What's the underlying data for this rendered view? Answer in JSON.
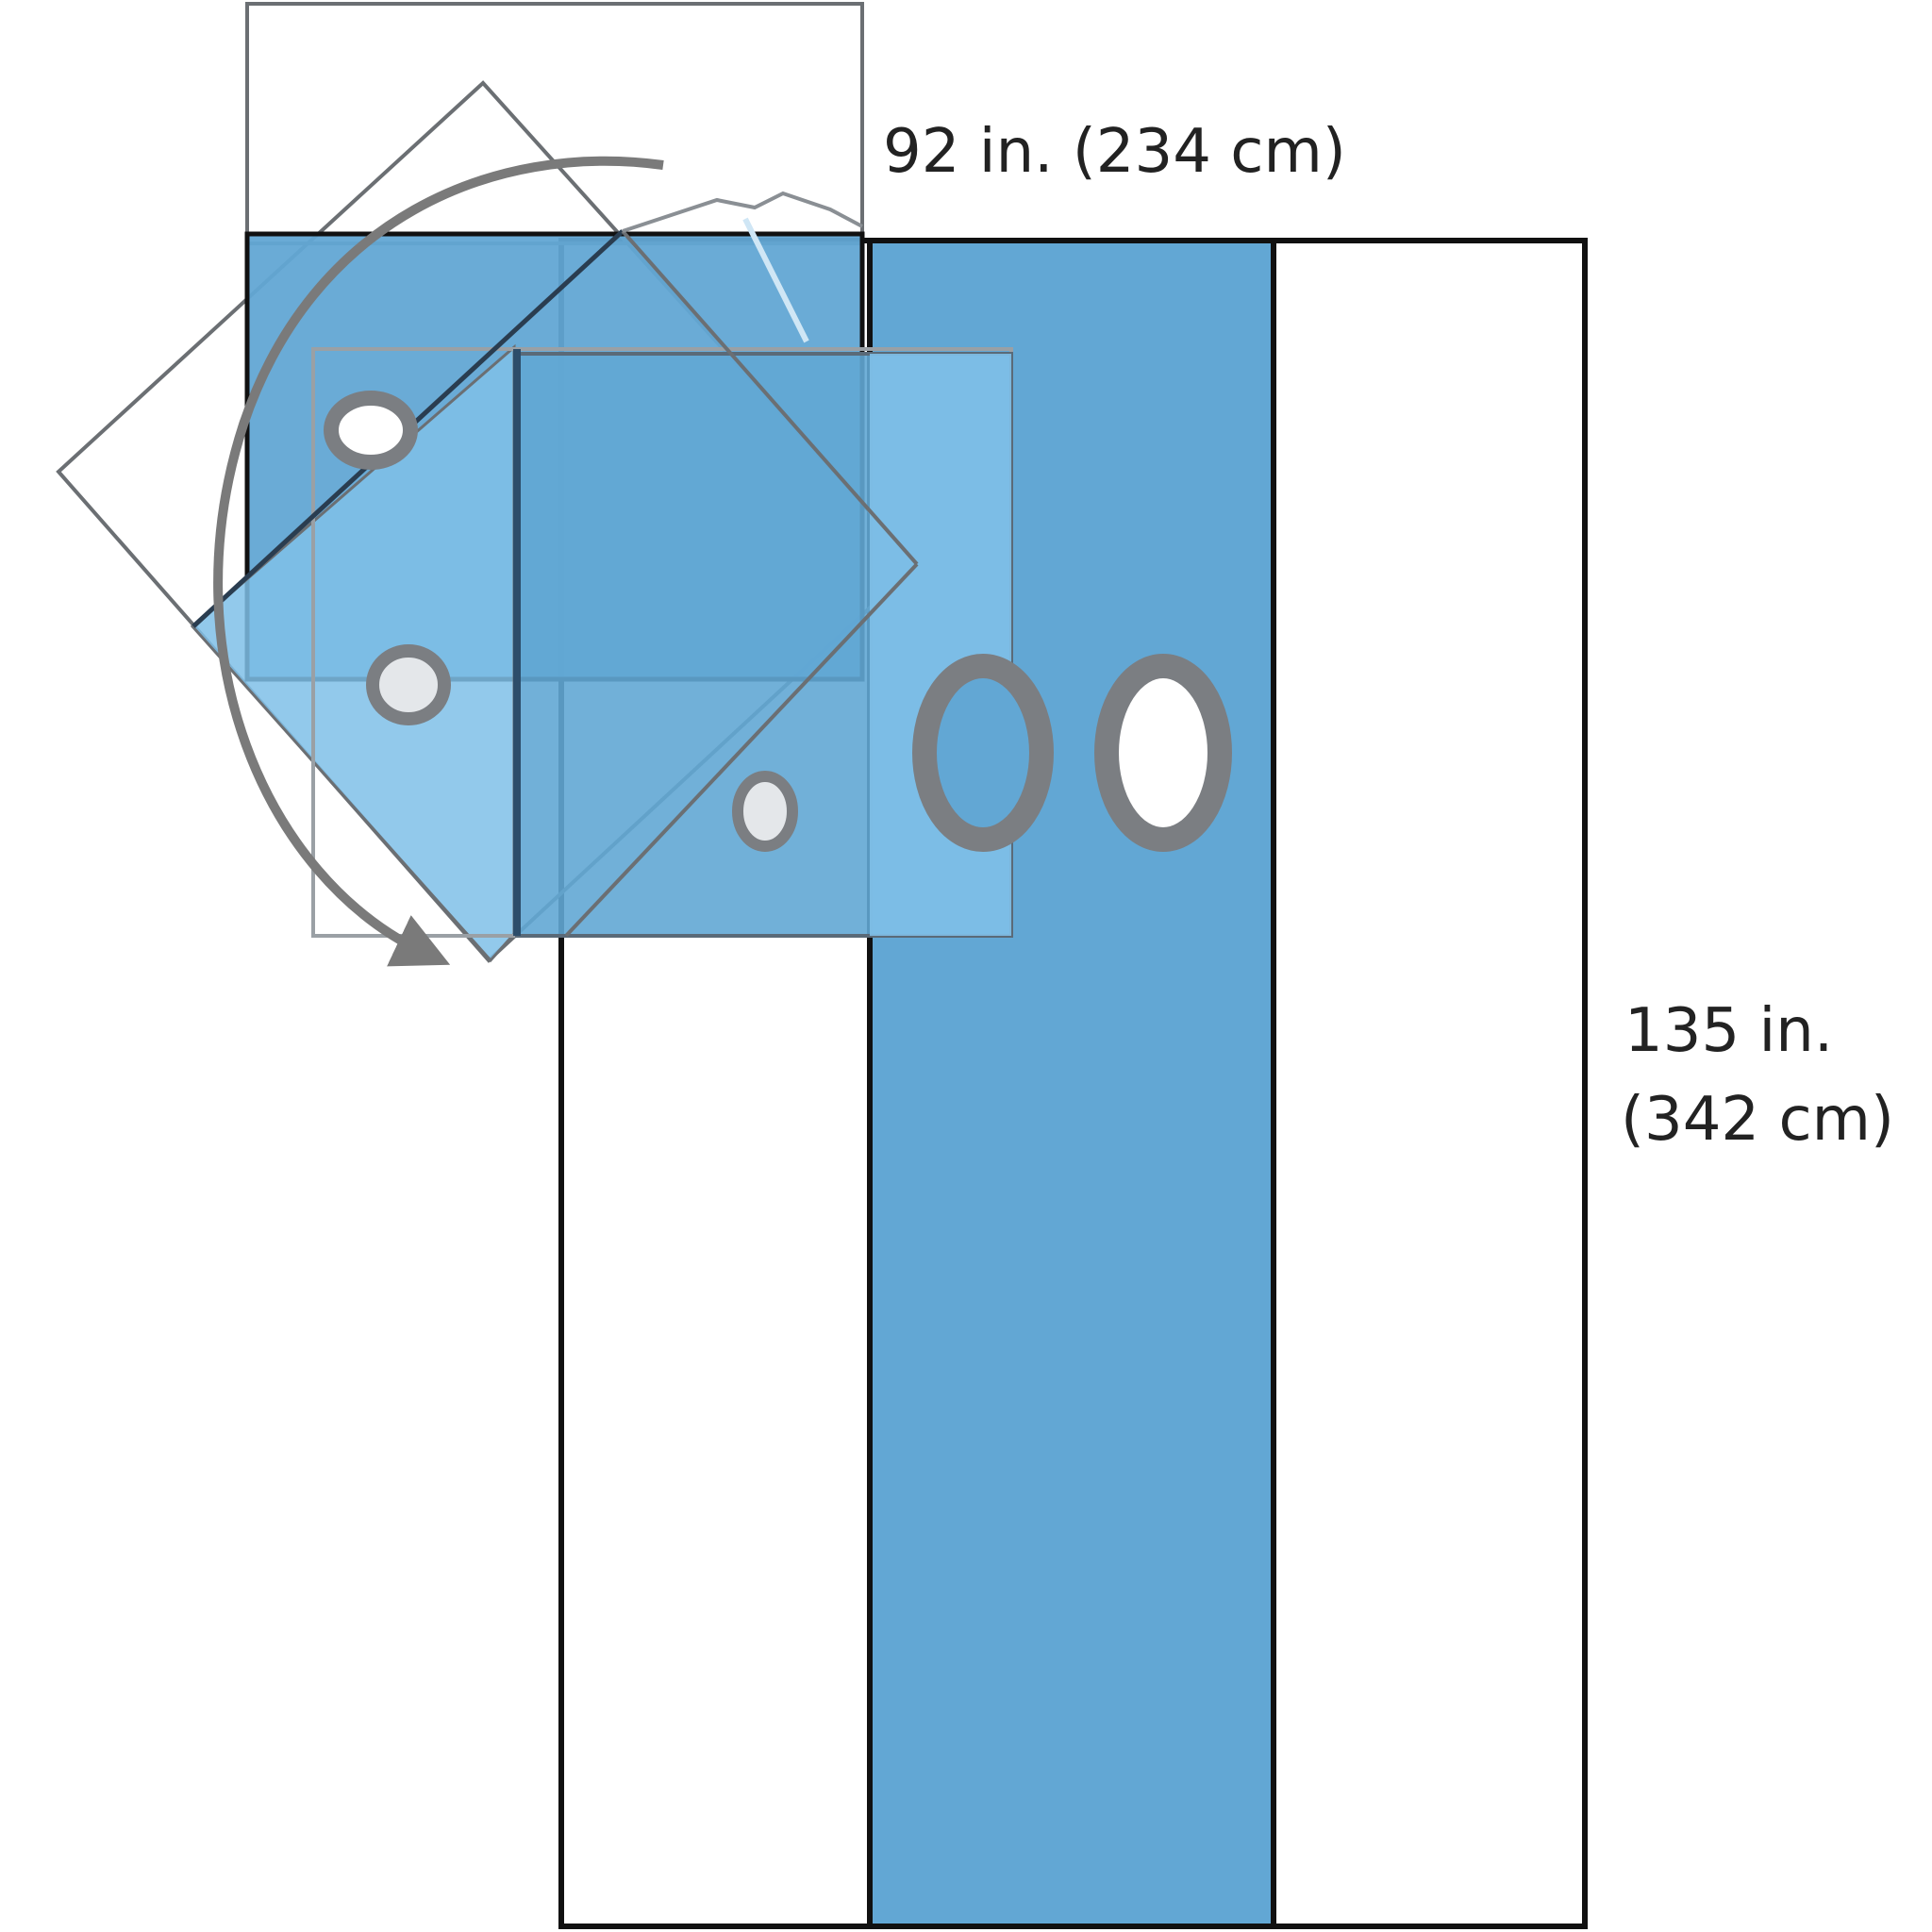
{
  "dimensions": {
    "width_label": "92 in. (234 cm)",
    "height_label_line1": "135 in.",
    "height_label_line2": "(342 cm)"
  },
  "colors": {
    "drape_blue": "#62a7d4",
    "drape_blue_light": "#7fc0e8",
    "outline": "#111111",
    "fold_outline": "#6b6f73",
    "ring_gray": "#7b7e82",
    "arrow_gray": "#7a7a7a",
    "background": "#ffffff"
  },
  "icons": {
    "rotation": "curved-arrow-icon"
  }
}
